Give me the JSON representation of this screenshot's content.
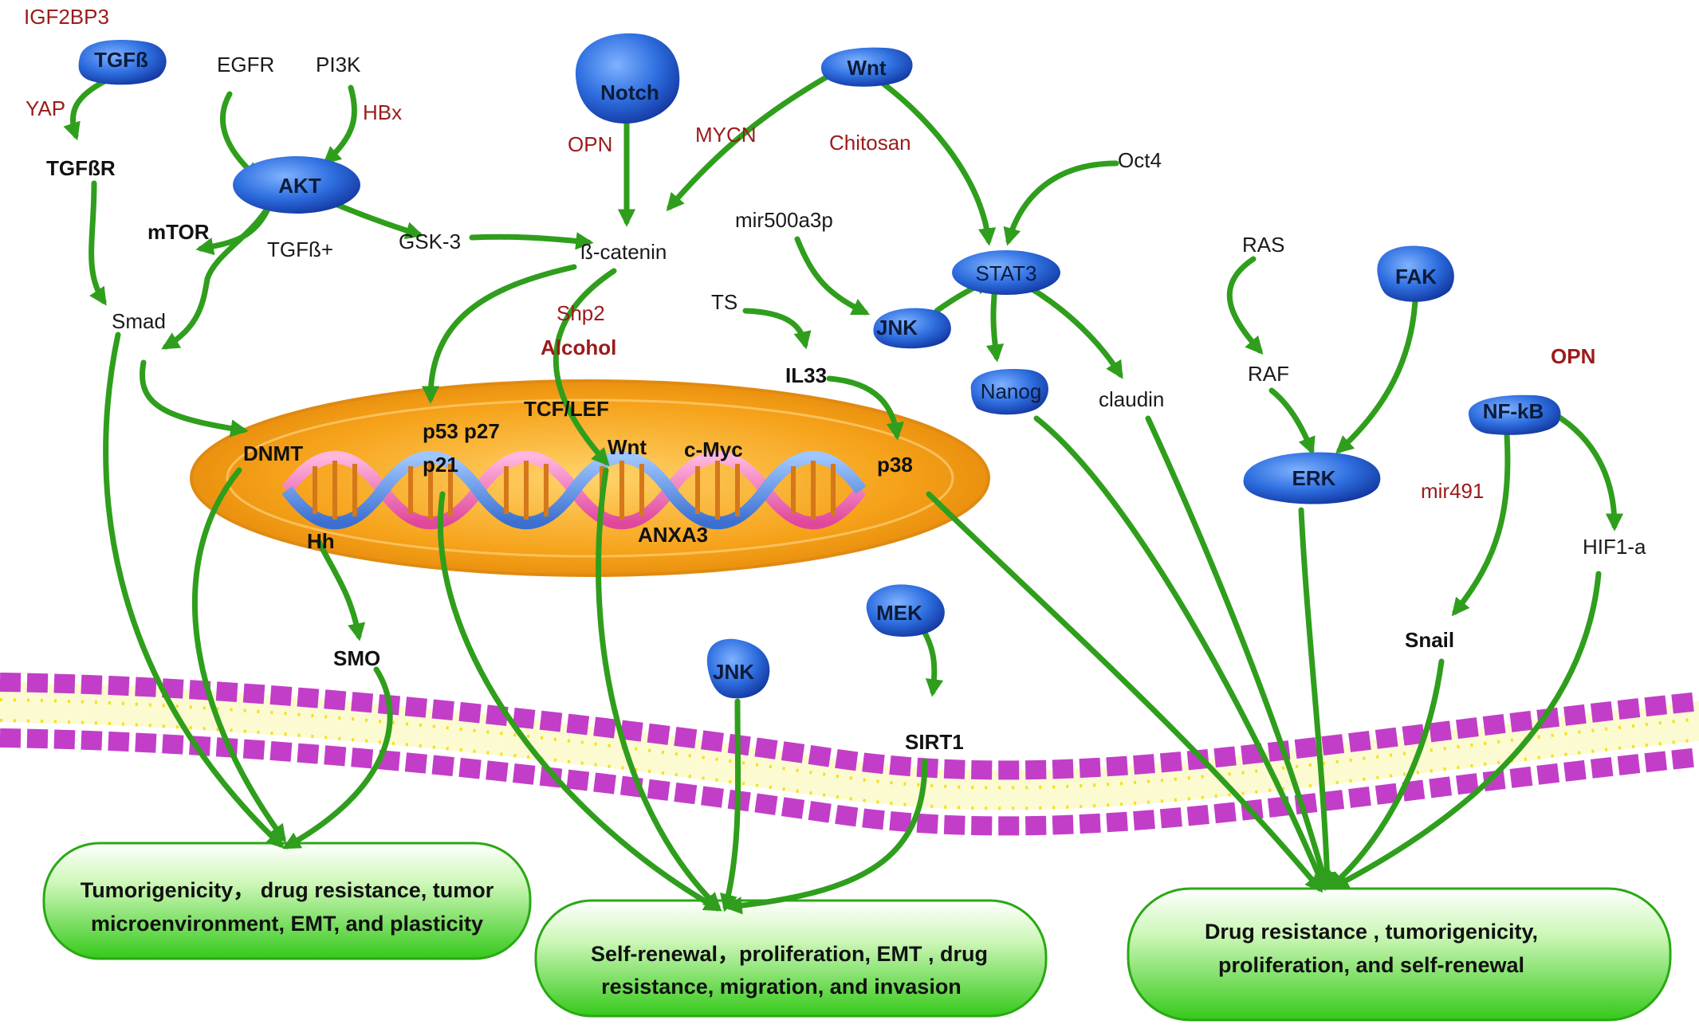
{
  "colors": {
    "arrow": "#2f9e1c",
    "node": "#2f6fe0",
    "nucleus": "#f6a21a",
    "membrane_head": "#c23ec8",
    "membrane_tail": "#f2e21a",
    "outcome": "#5bea3e",
    "red_label": "#9b1b1b"
  },
  "nodes": {
    "tgfb": "TGFß",
    "akt": "AKT",
    "notch": "Notch",
    "wnt_top": "Wnt",
    "stat3": "STAT3",
    "jnk_mid": "JNK",
    "fak": "FAK",
    "nanog": "Nanog",
    "erk": "ERK",
    "nfkb": "NF-kB",
    "mek": "MEK",
    "jnk_low": "JNK"
  },
  "labels": {
    "igf2bp3": "IGF2BP3",
    "yap": "YAP",
    "tgfbr": "TGFßR",
    "egfr": "EGFR",
    "pi3k": "PI3K",
    "hbx": "HBx",
    "mtor": "mTOR",
    "tgfb_plus": "TGFß+",
    "gsk3": "GSK-3",
    "smad": "Smad",
    "opn_notch": "OPN",
    "mycn": "MYCN",
    "chitosan": "Chitosan",
    "bcatenin": "ß-catenin",
    "mir500": "mir500a3p",
    "oct4": "Oct4",
    "shp2": "Shp2",
    "alcohol": "Alcohol",
    "ts": "TS",
    "il33": "IL33",
    "claudin": "claudin",
    "ras": "RAS",
    "raf": "RAF",
    "opn_right": "OPN",
    "mir491": "mir491",
    "hif1a": "HIF1-a",
    "snail": "Snail",
    "smo": "SMO",
    "sirt1": "SIRT1"
  },
  "nucleus": {
    "dnmt": "DNMT",
    "p53p27": "p53 p27",
    "p21": "p21",
    "tcflef": "TCF/LEF",
    "wnt": "Wnt",
    "cmyc": "c-Myc",
    "p38": "p38",
    "anxa3": "ANXA3",
    "hh": "Hh"
  },
  "outcomes": {
    "left_line1": "Tumorigenicity， drug resistance, tumor",
    "left_line2": "microenvironment, EMT, and plasticity",
    "mid_line1": "Self-renewal，proliferation, EMT , drug",
    "mid_line2": "resistance, migration, and invasion",
    "right_line1": "Drug resistance , tumorigenicity,",
    "right_line2": "proliferation, and self-renewal"
  }
}
